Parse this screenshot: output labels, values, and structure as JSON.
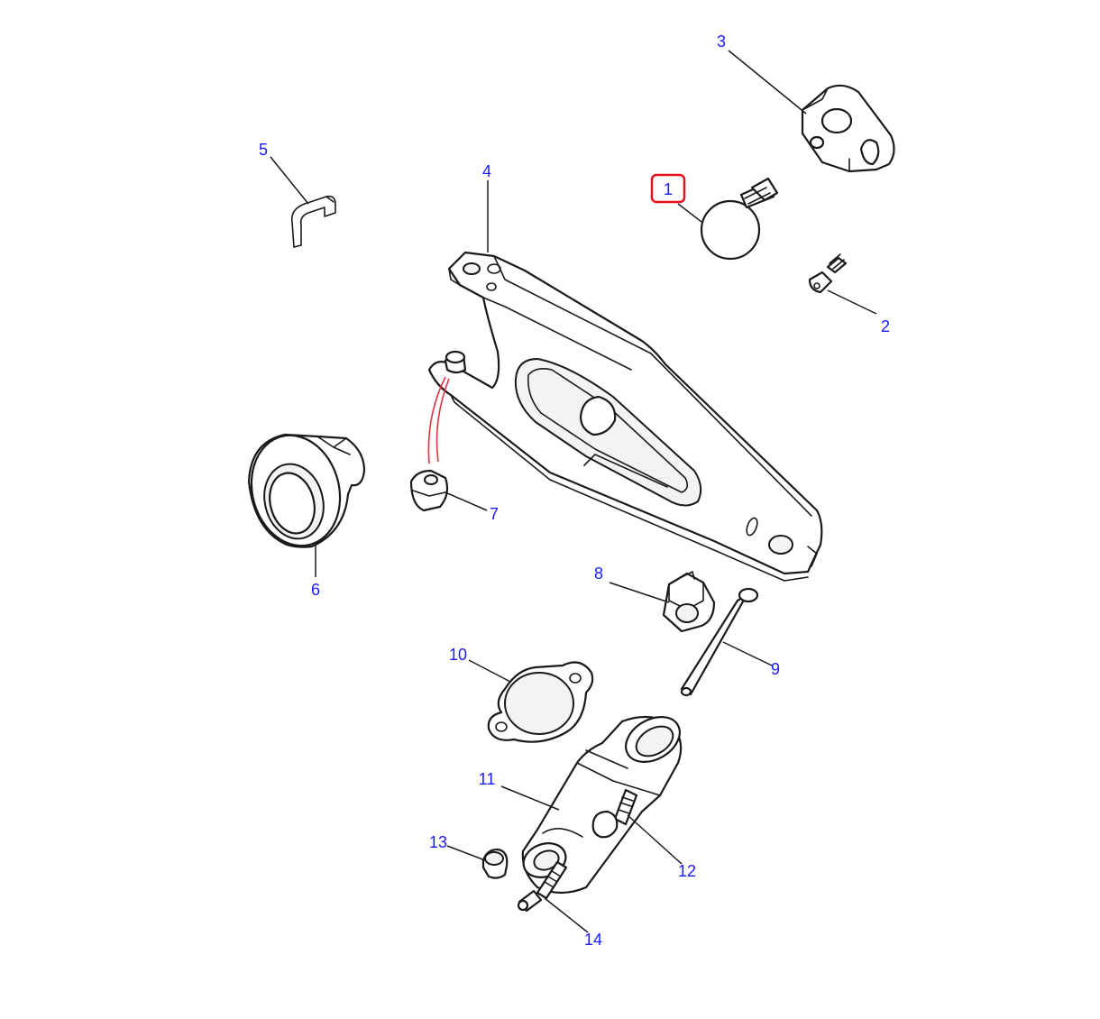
{
  "colors": {
    "callout": "#1a1aff",
    "highlight": "#e8101a",
    "hose": "#e03040",
    "line": "#1a1a1a"
  },
  "callouts": [
    {
      "id": "1",
      "label": "1",
      "highlighted": true
    },
    {
      "id": "2",
      "label": "2"
    },
    {
      "id": "3",
      "label": "3"
    },
    {
      "id": "4",
      "label": "4"
    },
    {
      "id": "5",
      "label": "5"
    },
    {
      "id": "6",
      "label": "6"
    },
    {
      "id": "7",
      "label": "7"
    },
    {
      "id": "8",
      "label": "8"
    },
    {
      "id": "9",
      "label": "9"
    },
    {
      "id": "10",
      "label": "10"
    },
    {
      "id": "11",
      "label": "11"
    },
    {
      "id": "12",
      "label": "12"
    },
    {
      "id": "13",
      "label": "13"
    },
    {
      "id": "14",
      "label": "14"
    }
  ]
}
